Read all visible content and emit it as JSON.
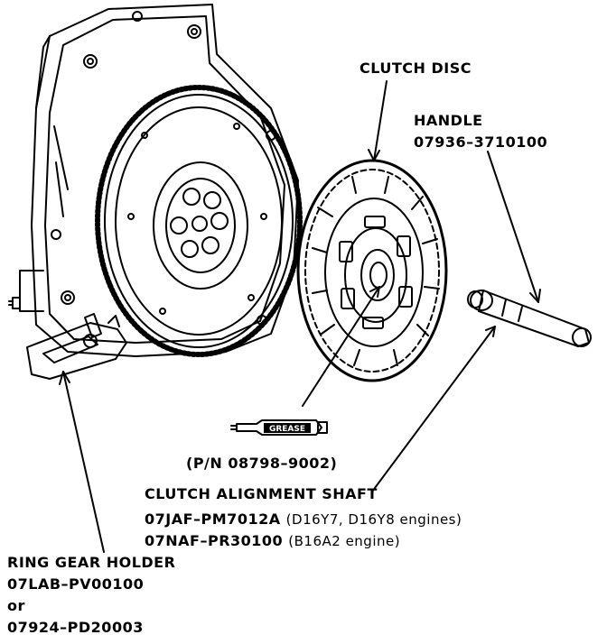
{
  "labels": {
    "clutch_disc": "CLUTCH DISC",
    "handle": "HANDLE",
    "handle_part": "07936–3710100",
    "grease_tube_text": "GREASE",
    "grease_part": "(P/N 08798–9002)",
    "shaft_title": "CLUTCH ALIGNMENT SHAFT",
    "shaft_part_1_code": "07JAF–PM7012A",
    "shaft_part_1_note": "(D16Y7, D16Y8 engines)",
    "shaft_part_2_code": "07NAF–PR30100",
    "shaft_part_2_note": "(B16A2 engine)",
    "holder_title": "RING GEAR HOLDER",
    "holder_part_1": "07LAB–PV00100",
    "holder_or": "or",
    "holder_part_2": "07924–PD20003"
  },
  "colors": {
    "ink": "#000000",
    "paper": "#ffffff"
  },
  "components": [
    "engine-block",
    "flywheel",
    "ring-gear",
    "clutch-disc",
    "clutch-alignment-shaft-handle",
    "grease-tube",
    "ring-gear-holder"
  ]
}
